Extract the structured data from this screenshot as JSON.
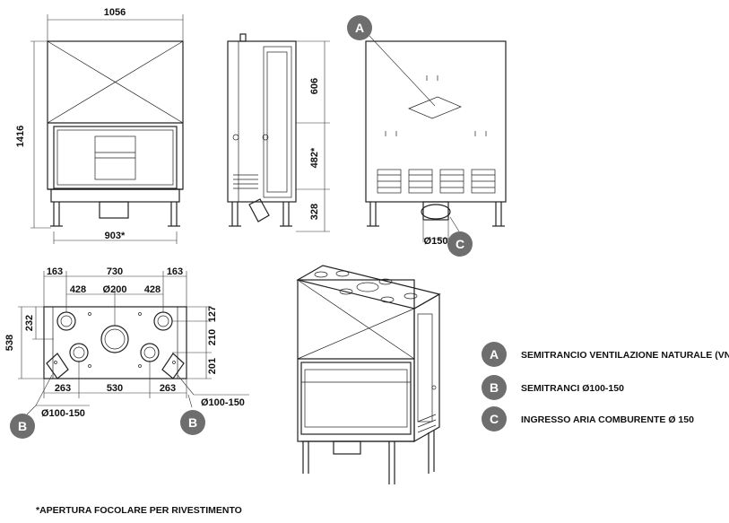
{
  "front": {
    "width_top": "1056",
    "height": "1416",
    "opening": "903*"
  },
  "side": {
    "dim_top": "606",
    "dim_mid": "482*",
    "dim_bot": "328"
  },
  "back": {
    "diameter": "Ø150"
  },
  "plan": {
    "top_left": "163",
    "top_mid": "730",
    "top_right": "163",
    "row2_left": "428",
    "row2_mid": "Ø200",
    "row2_right": "428",
    "left_outer": "538",
    "left_inner": "232",
    "right_top": "127",
    "right_mid": "210",
    "right_bot": "201",
    "bot_left": "263",
    "bot_mid": "530",
    "bot_right": "263",
    "diam_left": "Ø100-150",
    "diam_right": "Ø100-150"
  },
  "bubbles": {
    "a": "A",
    "b": "B",
    "c": "C"
  },
  "legend": [
    {
      "key": "A",
      "text": "SEMITRANCIO VENTILAZIONE NATURALE (VN)"
    },
    {
      "key": "B",
      "text": "SEMITRANCI Ø100-150"
    },
    {
      "key": "C",
      "text": "INGRESSO ARIA COMBURENTE Ø 150"
    }
  ],
  "footnote": "*APERTURA FOCOLARE PER RIVESTIMENTO",
  "colors": {
    "bubble": "#6e6e6e",
    "line": "#222222"
  }
}
